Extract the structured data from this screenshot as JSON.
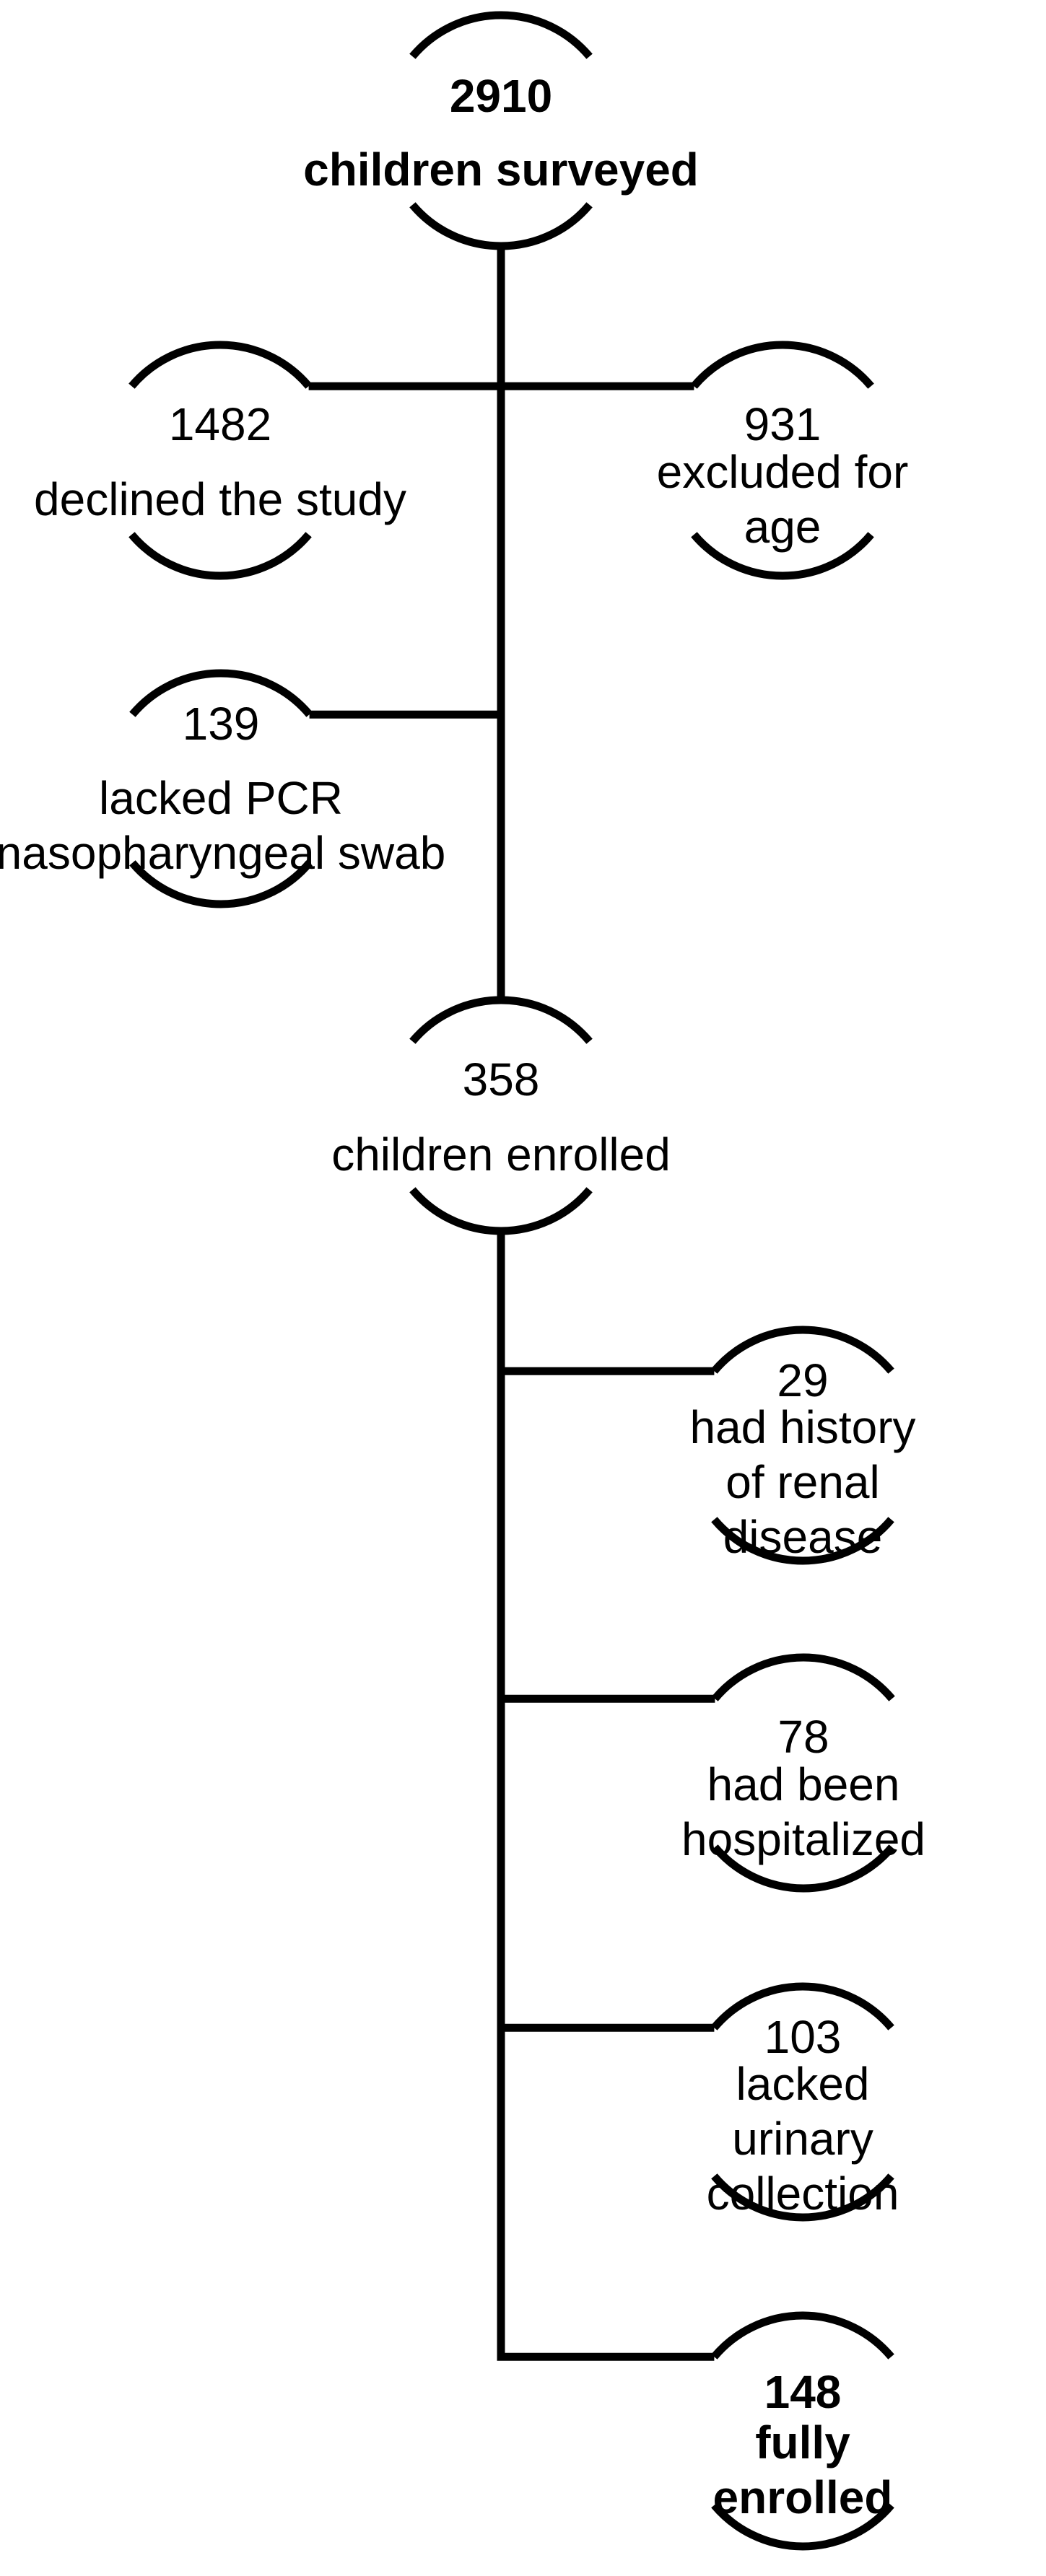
{
  "figure": {
    "type": "enrollment-flow-diagram",
    "background_color": "#ffffff",
    "line_color": "#000000"
  },
  "nodes": {
    "surveyed": {
      "value": "2910",
      "label": "children surveyed",
      "emphasis": "bold"
    },
    "declined": {
      "value": "1482",
      "label": "declined the study",
      "emphasis": "normal"
    },
    "excluded_age": {
      "value": "931",
      "label": "excluded for age",
      "emphasis": "normal"
    },
    "no_pcr": {
      "value": "139",
      "label": "lacked PCR\nnasopharyngeal swab",
      "emphasis": "normal"
    },
    "enrolled": {
      "value": "358",
      "label": "children enrolled",
      "emphasis": "normal"
    },
    "renal_history": {
      "value": "29",
      "label": "had history of renal\ndisease",
      "emphasis": "normal"
    },
    "hospitalized": {
      "value": "78",
      "label": "had been hospitalized",
      "emphasis": "normal"
    },
    "no_urine": {
      "value": "103",
      "label": "lacked urinary\ncollection",
      "emphasis": "normal"
    },
    "fully_enrolled": {
      "value": "148",
      "label": "fully enrolled",
      "emphasis": "bold"
    }
  }
}
